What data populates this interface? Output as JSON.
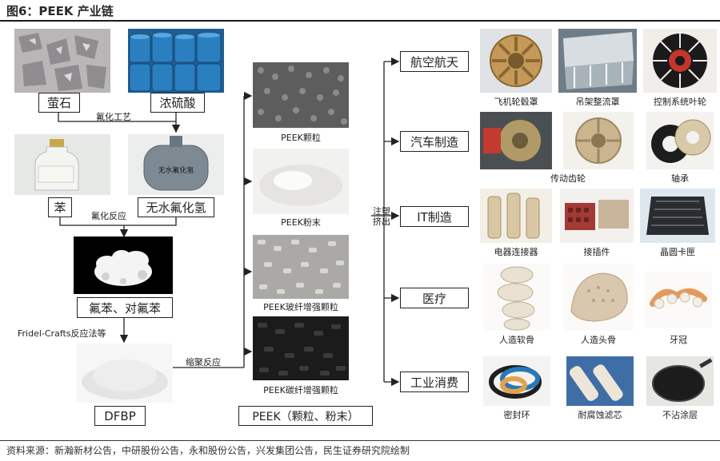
{
  "title": "图6：PEEK 产业链",
  "source": "资料来源：新瀚新材公告，中研股份公告，永和股份公告，兴发集团公告，民生证券研究院绘制",
  "raw": {
    "fluorite": "萤石",
    "sulfuric_acid": "浓硫酸",
    "fluorination_process": "氟化工艺",
    "benzene": "苯",
    "hf": "无水氟化氢",
    "fluorination_reaction": "氟化反应",
    "fluorobenzene": "氟苯、对氟苯",
    "friedel": "Fridel-Crafts反应法等",
    "dfbp": "DFBP",
    "polycondensation": "缩聚反应",
    "cylinder_text": "无水氟化氢"
  },
  "peek": {
    "granules": "PEEK颗粒",
    "powder": "PEEK粉末",
    "glass_fiber": "PEEK玻纤增强颗粒",
    "carbon_fiber": "PEEK碳纤增强颗粒",
    "box": "PEEK（颗粒、粉末）",
    "process": "注塑\n挤出"
  },
  "applications": [
    {
      "sector": "航空航天",
      "items": [
        "飞机轮毂罩",
        "吊架整流罩",
        "控制系统叶轮"
      ]
    },
    {
      "sector": "汽车制造",
      "items": [
        "传动齿轮",
        "",
        "轴承"
      ]
    },
    {
      "sector": "IT制造",
      "items": [
        "电器连接器",
        "接插件",
        "晶圆卡匣"
      ]
    },
    {
      "sector": "医疗",
      "items": [
        "人造软骨",
        "人造头骨",
        "牙冠"
      ]
    },
    {
      "sector": "工业消费",
      "items": [
        "密封环",
        "耐腐蚀滤芯",
        "不沾涂层"
      ]
    }
  ],
  "colors": {
    "line": "#222222",
    "blue_drum": "#2a7fc1",
    "cylinder": "#7e8a93"
  }
}
